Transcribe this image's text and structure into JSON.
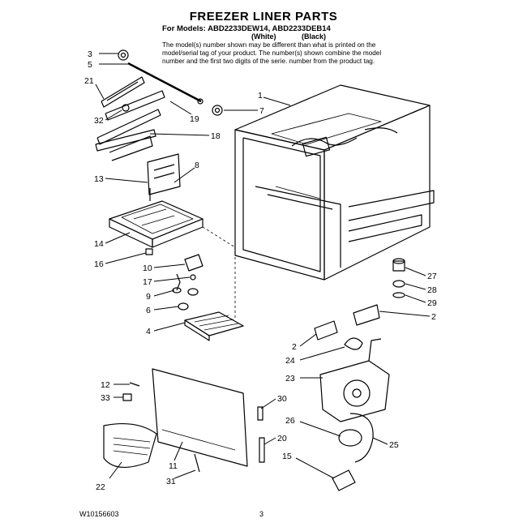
{
  "header": {
    "title": "FREEZER LINER PARTS",
    "models_line": "For Models: ABD2233DEW14, ABD2233DEB14",
    "color_a": "(White)",
    "color_b": "(Black)",
    "note_lines": [
      "The model(s) number shown may be different than what is printed on the",
      "model/serial tag of your product. The number(s) shown combine the model",
      "number and the first two digits of the serie. number from the product tag."
    ]
  },
  "callouts": [
    "3",
    "5",
    "21",
    "32",
    "19",
    "7",
    "1",
    "18",
    "8",
    "13",
    "14",
    "16",
    "10",
    "17",
    "9",
    "6",
    "4",
    "27",
    "28",
    "29",
    "2",
    "2",
    "24",
    "23",
    "12",
    "33",
    "30",
    "26",
    "25",
    "11",
    "20",
    "22",
    "31",
    "15"
  ],
  "footer": {
    "doc_id": "W10156603",
    "page": "3"
  }
}
